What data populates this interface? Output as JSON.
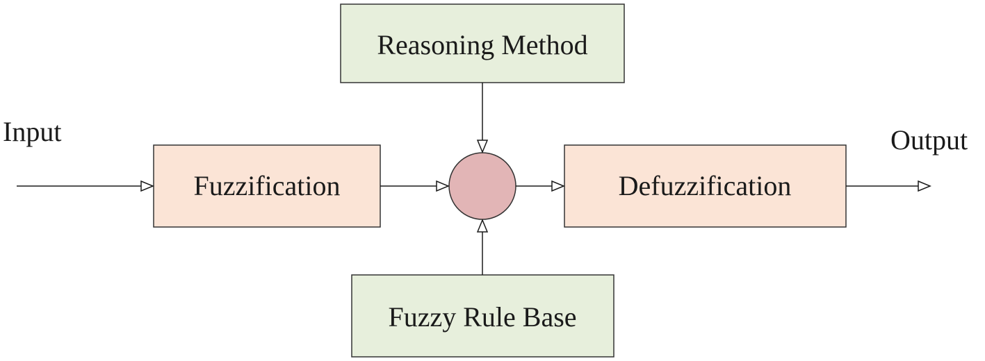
{
  "nodes": {
    "reasoning_method": {
      "label": "Reasoning Method",
      "fill": "#e7efdc"
    },
    "fuzzification": {
      "label": "Fuzzification",
      "fill": "#fbe4d6"
    },
    "inference_node": {
      "label": "",
      "fill": "#e2b5b6"
    },
    "defuzzification": {
      "label": "Defuzzification",
      "fill": "#fbe4d6"
    },
    "fuzzy_rule_base": {
      "label": "Fuzzy Rule Base",
      "fill": "#e7efdc"
    }
  },
  "edges": {
    "input": {
      "label": "Input"
    },
    "output": {
      "label": "Output"
    }
  }
}
